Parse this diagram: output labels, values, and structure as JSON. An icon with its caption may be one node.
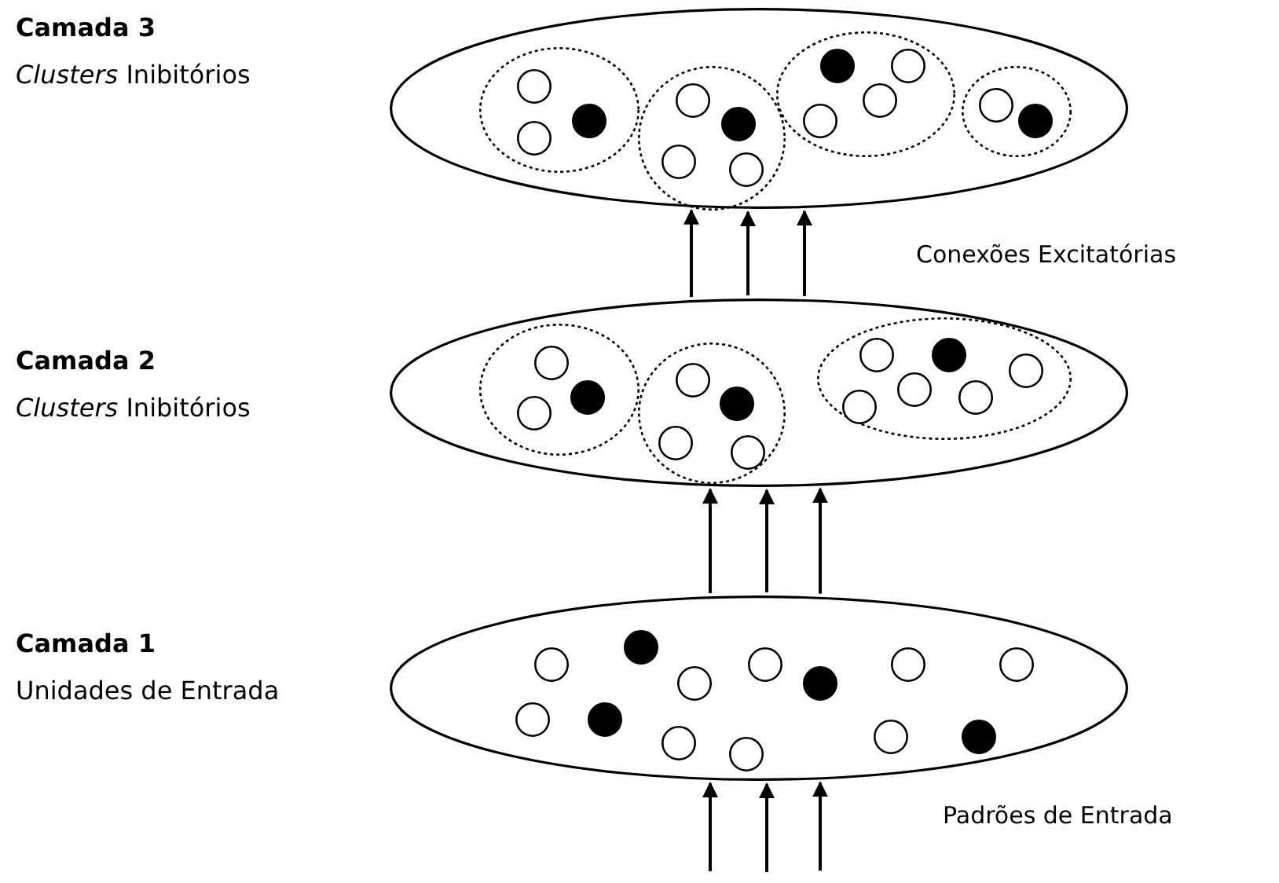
{
  "diagram": {
    "nodes": [
      {
        "text": [],
        "shape": "ellipse",
        "beside": [
          "Camada 3",
          "*Clusters* Inibitórios"
        ]
      },
      {
        "text": [],
        "shape": "ellipse",
        "in": 0
      },
      {
        "text": [],
        "shape": "circle",
        "in": 1
      },
      {
        "text": [],
        "shape": "circle",
        "in": 1
      },
      {
        "text": [],
        "shape": "circle",
        "in": 1
      },
      {
        "text": [],
        "shape": "ellipse",
        "in": 0
      },
      {
        "text": [],
        "shape": "circle",
        "in": 5
      },
      {
        "text": [],
        "shape": "circle",
        "in": 5
      },
      {
        "text": [],
        "shape": "circle",
        "in": 5
      },
      {
        "text": [],
        "shape": "circle",
        "in": 5
      },
      {
        "text": [],
        "shape": "ellipse",
        "in": 0
      },
      {
        "text": [],
        "shape": "circle",
        "in": 10
      },
      {
        "text": [],
        "shape": "circle",
        "in": 10
      },
      {
        "text": [],
        "shape": "circle",
        "in": 10
      },
      {
        "text": [],
        "shape": "circle",
        "in": 10
      },
      {
        "text": [],
        "shape": "ellipse",
        "in": 0
      },
      {
        "text": [],
        "shape": "circle",
        "in": 15
      },
      {
        "text": [],
        "shape": "circle",
        "in": 15
      },
      {
        "text": [],
        "shape": "ellipse",
        "beside": [
          "Camada 2",
          "*Clusters* Inibitórios"
        ]
      },
      {
        "text": [],
        "shape": "ellipse",
        "in": 18
      },
      {
        "text": [],
        "shape": "circle",
        "in": 19
      },
      {
        "text": [],
        "shape": "circle",
        "in": 19
      },
      {
        "text": [],
        "shape": "circle",
        "in": 19
      },
      {
        "text": [],
        "shape": "ellipse",
        "in": 18
      },
      {
        "text": [],
        "shape": "circle",
        "in": 23
      },
      {
        "text": [],
        "shape": "circle",
        "in": 23
      },
      {
        "text": [],
        "shape": "circle",
        "in": 23
      },
      {
        "text": [],
        "shape": "circle",
        "in": 23
      },
      {
        "text": [],
        "shape": "ellipse",
        "in": 18
      },
      {
        "text": [],
        "shape": "circle",
        "in": 28
      },
      {
        "text": [],
        "shape": "circle",
        "in": 28
      },
      {
        "text": [],
        "shape": "circle",
        "in": 28
      },
      {
        "text": [],
        "shape": "circle",
        "in": 28
      },
      {
        "text": [],
        "shape": "circle",
        "in": 28
      },
      {
        "text": [],
        "shape": "circle",
        "in": 28
      },
      {
        "text": [],
        "shape": "ellipse",
        "beside": [
          "Camada 1",
          "Unidades de Entrada"
        ]
      },
      {
        "text": [],
        "shape": "circle",
        "in": 35
      },
      {
        "text": [],
        "shape": "circle",
        "in": 35
      },
      {
        "text": [],
        "shape": "circle",
        "in": 35
      },
      {
        "text": [],
        "shape": "circle",
        "in": 35
      },
      {
        "text": [],
        "shape": "circle",
        "in": 35
      },
      {
        "text": [],
        "shape": "circle",
        "in": 35
      },
      {
        "text": [],
        "shape": "circle",
        "in": 35
      },
      {
        "text": [],
        "shape": "circle",
        "in": 35
      },
      {
        "text": [],
        "shape": "circle",
        "in": 35
      },
      {
        "text": [],
        "shape": "circle",
        "in": 35
      },
      {
        "text": [],
        "shape": "circle",
        "in": 35
      },
      {
        "text": [],
        "shape": "circle",
        "in": 35
      },
      {
        "text": [],
        "shape": "circle",
        "in": 35
      }
    ],
    "edges": [
      {
        "from": 18,
        "to": 0,
        "arrow": "to"
      },
      {
        "from": 18,
        "to": 0,
        "arrow": "to"
      },
      {
        "from": 18,
        "to": 0,
        "arrow": "to"
      },
      {
        "from": 35,
        "to": 18,
        "arrow": "to"
      },
      {
        "from": 35,
        "to": 18,
        "arrow": "to"
      },
      {
        "from": 35,
        "to": 18,
        "arrow": "to"
      },
      {
        "from": null,
        "to": 35,
        "arrow": "to"
      },
      {
        "from": null,
        "to": 35,
        "arrow": "to"
      },
      {
        "from": null,
        "to": 35,
        "arrow": "to"
      }
    ],
    "labels": [
      "Conexões Excitatórias",
      "Padrões de Entrada"
    ]
  }
}
